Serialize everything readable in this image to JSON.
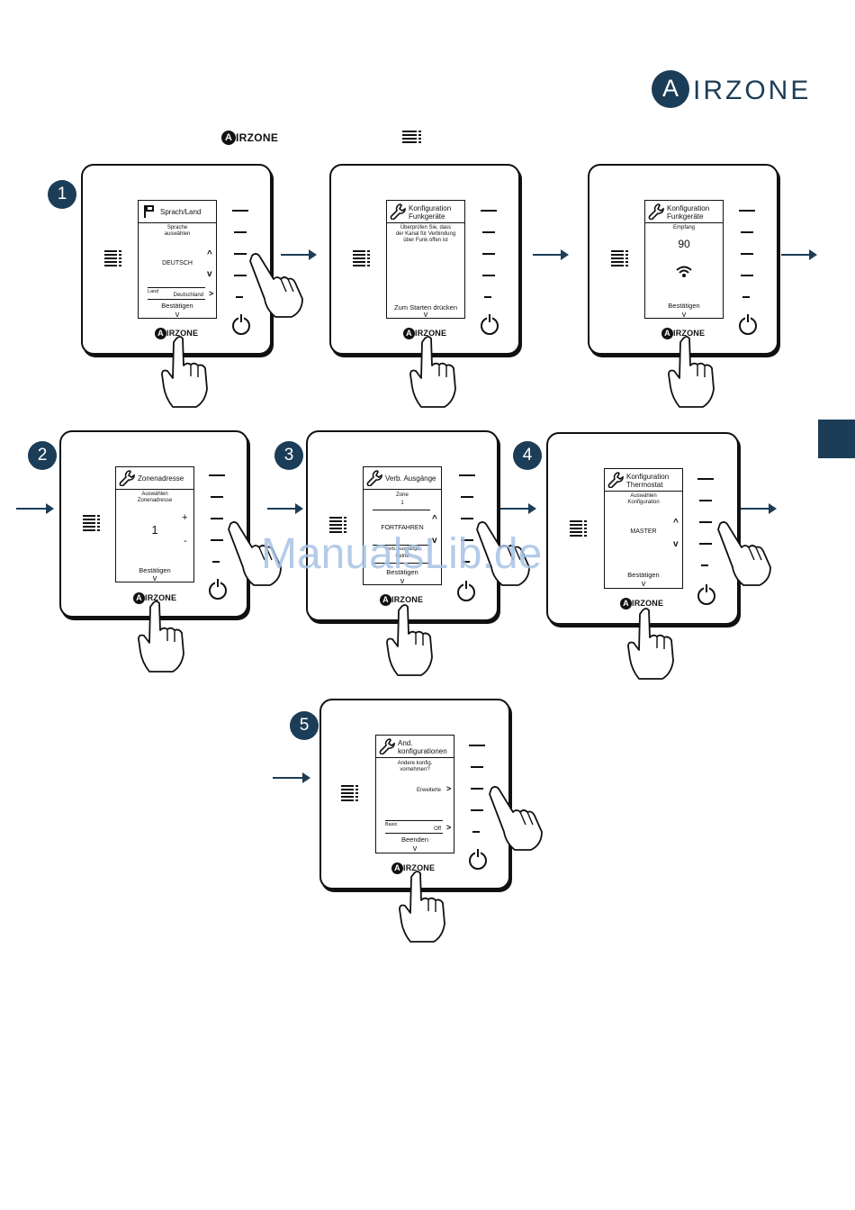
{
  "brand": {
    "logo_text": "AIRZONE",
    "logo_letter": "A",
    "accent": "#1c3d57"
  },
  "header": {
    "logo_word": "IRZONE",
    "menu_icon": "menu-icon"
  },
  "steps": [
    "1",
    "2",
    "3",
    "4",
    "5"
  ],
  "devices": [
    {
      "title": "Sprach/Land",
      "line1": "Sprache",
      "line2": "auswählen",
      "value": "DEUTSCH",
      "label_small": "Land",
      "label_value": "Deutschland",
      "cta": "Bestätigen"
    },
    {
      "title1": "Konfiguration",
      "title2": "Funkgeräte",
      "line1": "Überprüfen Sie, dass",
      "line2": "der Kanal für Verbindung",
      "line3": "über Funk offen ist",
      "cta": "Zum Starten drücken"
    },
    {
      "title1": "Konfiguration",
      "title2": "Funkgeräte",
      "line1": "Empfang",
      "value": "90",
      "cta": "Bestätigen"
    },
    {
      "title": "Zonenadresse",
      "line1": "Auswählen",
      "line2": "Zonenadresse",
      "value": "1",
      "plus": "+",
      "minus": "-",
      "cta": "Bestätigen"
    },
    {
      "title": "Verb. Ausgänge",
      "line1": "Zone",
      "line2": "1",
      "value": "FORTFAHREN",
      "label_small": "Verb. Ausgänge",
      "label_value": "Keine",
      "cta": "Bestätigen"
    },
    {
      "title1": "Konfiguration",
      "title2": "Thermostat",
      "line1": "Auswählen",
      "line2": "Konfiguration",
      "value": "MASTER",
      "cta": "Bestätigen"
    },
    {
      "title1": "And.",
      "title2": "konfigurationen",
      "line1": "Andere konfig.",
      "line2": "vornehmen?",
      "option": "Erweiterte",
      "label_small": "Basic",
      "label_value": "Off",
      "cta": "Beenden"
    }
  ],
  "device_logo_word": "IRZONE",
  "watermark": "ManualsLib.de"
}
